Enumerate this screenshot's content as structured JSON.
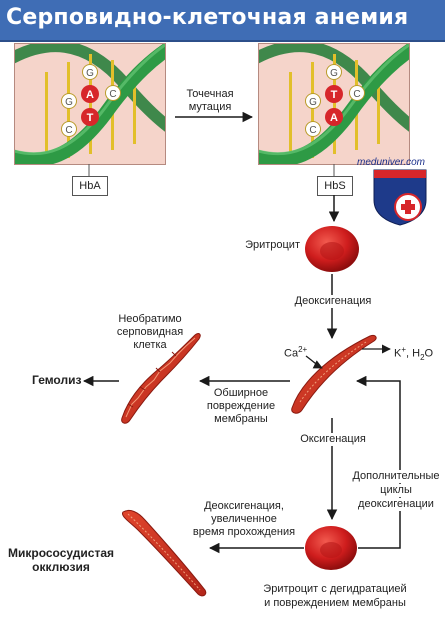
{
  "title": "Серповидно-клеточная анемия",
  "mutation": {
    "line1": "Точечная",
    "line2": "мутация"
  },
  "left_gene": {
    "label": "HbA",
    "bases": [
      "G",
      "A",
      "G",
      "T",
      "C",
      "C"
    ]
  },
  "right_gene": {
    "label": "HbS",
    "bases": [
      "G",
      "T",
      "G",
      "A",
      "C",
      "C"
    ]
  },
  "watermark": "meduniver.com",
  "nodes": {
    "erythrocyte": "Эритроцит",
    "deoxygenation": "Деоксигенация",
    "ca": "Ca",
    "ca_sup": "2+",
    "k": "K",
    "k_sup": "+",
    "h2o_a": ", H",
    "h2o_sub": "2",
    "h2o_b": "O",
    "irreversible": [
      "Необратимо",
      "серповидная",
      "клетка"
    ],
    "hemolysis": "Гемолиз",
    "damage": [
      "Обширное",
      "повреждение",
      "мембраны"
    ],
    "oxygenation": "Оксигенация",
    "cycles": [
      "Дополнительные",
      "циклы",
      "деоксигенации"
    ],
    "deox_time": [
      "Деоксигенация,",
      "увеличенное",
      "время прохождения"
    ],
    "occlusion": [
      "Микрососудистая",
      "окклюзия"
    ],
    "dehydrated": [
      "Эритроцит с дегидратацией",
      "и повреждением мембраны"
    ]
  },
  "colors": {
    "title_bg": "#3f6db5",
    "panel_bg": "#f5d4ca",
    "helix_green": "#2e9a45",
    "base_red": "#d7262a",
    "rbc_red": "#cf1d1d",
    "sickle_red": "#c9321e"
  }
}
